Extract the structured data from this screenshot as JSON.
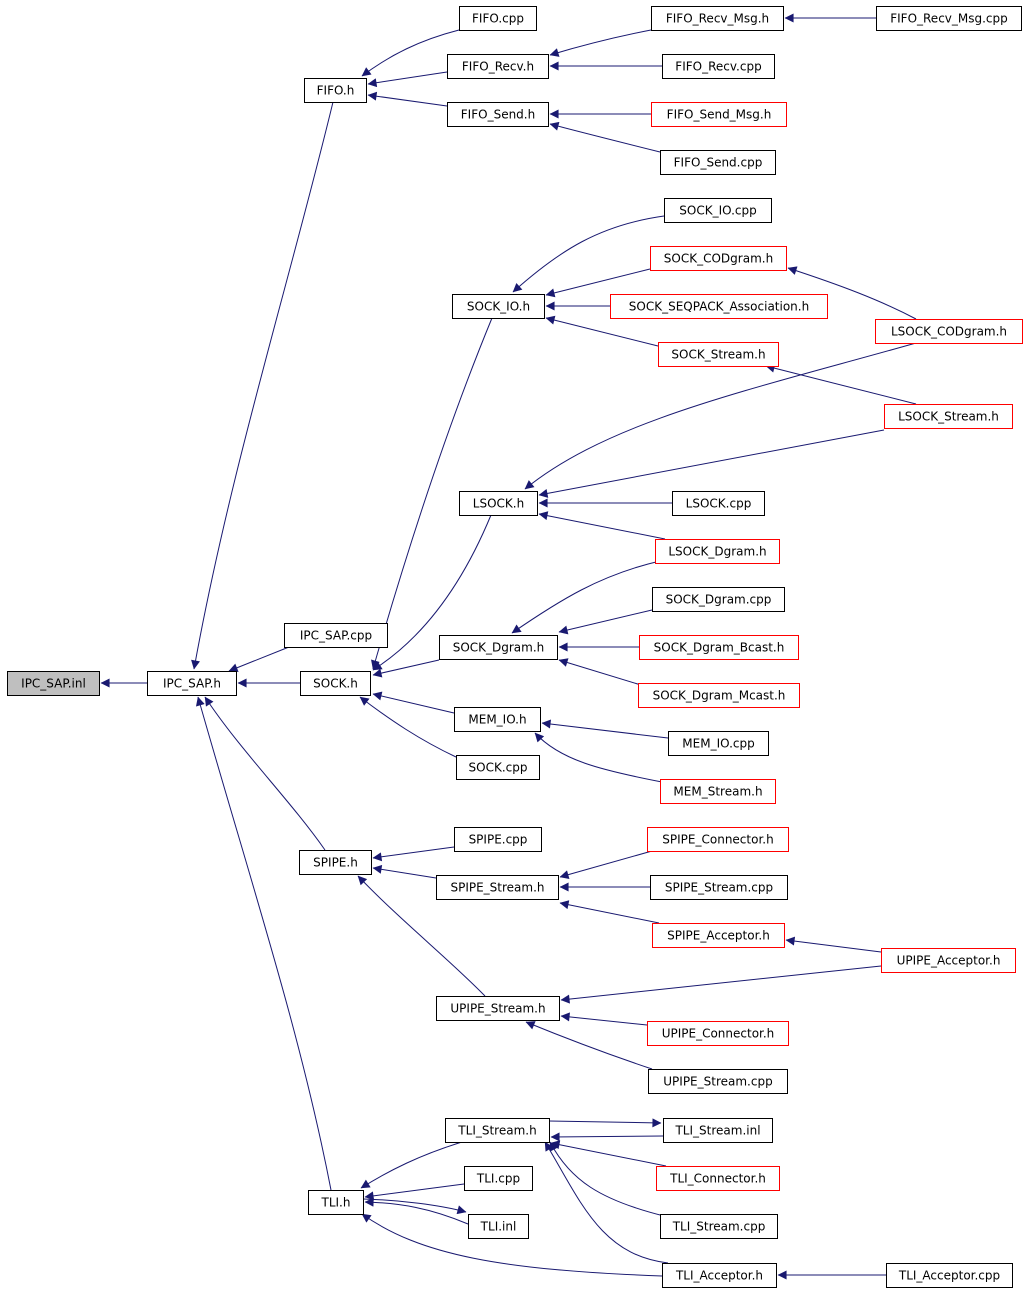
{
  "colors": {
    "edge": "#191970",
    "border_normal": "#000000",
    "border_truncated": "#ff0000",
    "root_fill": "#bfbfbf",
    "node_fill": "#ffffff"
  },
  "nodes": [
    {
      "id": "ipc_sap_inl",
      "label": "IPC_SAP.inl",
      "style": "root"
    },
    {
      "id": "ipc_sap_h",
      "label": "IPC_SAP.h",
      "style": "normal"
    },
    {
      "id": "ipc_sap_cpp",
      "label": "IPC_SAP.cpp",
      "style": "normal"
    },
    {
      "id": "fifo_h",
      "label": "FIFO.h",
      "style": "normal"
    },
    {
      "id": "fifo_cpp",
      "label": "FIFO.cpp",
      "style": "normal"
    },
    {
      "id": "fifo_recv_h",
      "label": "FIFO_Recv.h",
      "style": "normal"
    },
    {
      "id": "fifo_recv_msg_h",
      "label": "FIFO_Recv_Msg.h",
      "style": "normal"
    },
    {
      "id": "fifo_recv_msg_cpp",
      "label": "FIFO_Recv_Msg.cpp",
      "style": "normal"
    },
    {
      "id": "fifo_recv_cpp",
      "label": "FIFO_Recv.cpp",
      "style": "normal"
    },
    {
      "id": "fifo_send_h",
      "label": "FIFO_Send.h",
      "style": "normal"
    },
    {
      "id": "fifo_send_msg_h",
      "label": "FIFO_Send_Msg.h",
      "style": "truncated"
    },
    {
      "id": "fifo_send_cpp",
      "label": "FIFO_Send.cpp",
      "style": "normal"
    },
    {
      "id": "sock_h",
      "label": "SOCK.h",
      "style": "normal"
    },
    {
      "id": "sock_io_h",
      "label": "SOCK_IO.h",
      "style": "normal"
    },
    {
      "id": "sock_io_cpp",
      "label": "SOCK_IO.cpp",
      "style": "normal"
    },
    {
      "id": "sock_codgram_h",
      "label": "SOCK_CODgram.h",
      "style": "truncated"
    },
    {
      "id": "sock_seqpack_h",
      "label": "SOCK_SEQPACK_Association.h",
      "style": "truncated"
    },
    {
      "id": "sock_stream_h",
      "label": "SOCK_Stream.h",
      "style": "truncated"
    },
    {
      "id": "lsock_codgram_h",
      "label": "LSOCK_CODgram.h",
      "style": "truncated"
    },
    {
      "id": "lsock_stream_h",
      "label": "LSOCK_Stream.h",
      "style": "truncated"
    },
    {
      "id": "lsock_h",
      "label": "LSOCK.h",
      "style": "normal"
    },
    {
      "id": "lsock_cpp",
      "label": "LSOCK.cpp",
      "style": "normal"
    },
    {
      "id": "lsock_dgram_h",
      "label": "LSOCK_Dgram.h",
      "style": "truncated"
    },
    {
      "id": "sock_dgram_h",
      "label": "SOCK_Dgram.h",
      "style": "normal"
    },
    {
      "id": "sock_dgram_cpp",
      "label": "SOCK_Dgram.cpp",
      "style": "normal"
    },
    {
      "id": "sock_dgram_bcast_h",
      "label": "SOCK_Dgram_Bcast.h",
      "style": "truncated"
    },
    {
      "id": "sock_dgram_mcast_h",
      "label": "SOCK_Dgram_Mcast.h",
      "style": "truncated"
    },
    {
      "id": "mem_io_h",
      "label": "MEM_IO.h",
      "style": "normal"
    },
    {
      "id": "mem_io_cpp",
      "label": "MEM_IO.cpp",
      "style": "normal"
    },
    {
      "id": "mem_stream_h",
      "label": "MEM_Stream.h",
      "style": "truncated"
    },
    {
      "id": "sock_cpp",
      "label": "SOCK.cpp",
      "style": "normal"
    },
    {
      "id": "spipe_h",
      "label": "SPIPE.h",
      "style": "normal"
    },
    {
      "id": "spipe_cpp",
      "label": "SPIPE.cpp",
      "style": "normal"
    },
    {
      "id": "spipe_stream_h",
      "label": "SPIPE_Stream.h",
      "style": "normal"
    },
    {
      "id": "spipe_connector_h",
      "label": "SPIPE_Connector.h",
      "style": "truncated"
    },
    {
      "id": "spipe_stream_cpp",
      "label": "SPIPE_Stream.cpp",
      "style": "normal"
    },
    {
      "id": "spipe_acceptor_h",
      "label": "SPIPE_Acceptor.h",
      "style": "truncated"
    },
    {
      "id": "upipe_acceptor_h",
      "label": "UPIPE_Acceptor.h",
      "style": "truncated"
    },
    {
      "id": "upipe_stream_h",
      "label": "UPIPE_Stream.h",
      "style": "normal"
    },
    {
      "id": "upipe_connector_h",
      "label": "UPIPE_Connector.h",
      "style": "truncated"
    },
    {
      "id": "upipe_stream_cpp",
      "label": "UPIPE_Stream.cpp",
      "style": "normal"
    },
    {
      "id": "tli_h",
      "label": "TLI.h",
      "style": "normal"
    },
    {
      "id": "tli_stream_h",
      "label": "TLI_Stream.h",
      "style": "normal"
    },
    {
      "id": "tli_stream_inl",
      "label": "TLI_Stream.inl",
      "style": "normal"
    },
    {
      "id": "tli_connector_h",
      "label": "TLI_Connector.h",
      "style": "truncated"
    },
    {
      "id": "tli_stream_cpp",
      "label": "TLI_Stream.cpp",
      "style": "normal"
    },
    {
      "id": "tli_cpp",
      "label": "TLI.cpp",
      "style": "normal"
    },
    {
      "id": "tli_inl",
      "label": "TLI.inl",
      "style": "normal"
    },
    {
      "id": "tli_acceptor_h",
      "label": "TLI_Acceptor.h",
      "style": "normal"
    },
    {
      "id": "tli_acceptor_cpp",
      "label": "TLI_Acceptor.cpp",
      "style": "normal"
    }
  ],
  "edges": [
    {
      "from": "ipc_sap_h",
      "to": "ipc_sap_inl"
    },
    {
      "from": "ipc_sap_cpp",
      "to": "ipc_sap_h"
    },
    {
      "from": "fifo_h",
      "to": "ipc_sap_h"
    },
    {
      "from": "sock_h",
      "to": "ipc_sap_h"
    },
    {
      "from": "spipe_h",
      "to": "ipc_sap_h"
    },
    {
      "from": "tli_h",
      "to": "ipc_sap_h"
    },
    {
      "from": "fifo_cpp",
      "to": "fifo_h"
    },
    {
      "from": "fifo_recv_h",
      "to": "fifo_h"
    },
    {
      "from": "fifo_send_h",
      "to": "fifo_h"
    },
    {
      "from": "fifo_recv_msg_h",
      "to": "fifo_recv_h"
    },
    {
      "from": "fifo_recv_cpp",
      "to": "fifo_recv_h"
    },
    {
      "from": "fifo_recv_msg_cpp",
      "to": "fifo_recv_msg_h"
    },
    {
      "from": "fifo_send_msg_h",
      "to": "fifo_send_h"
    },
    {
      "from": "fifo_send_cpp",
      "to": "fifo_send_h"
    },
    {
      "from": "sock_io_h",
      "to": "sock_h"
    },
    {
      "from": "lsock_h",
      "to": "sock_h"
    },
    {
      "from": "sock_dgram_h",
      "to": "sock_h"
    },
    {
      "from": "mem_io_h",
      "to": "sock_h"
    },
    {
      "from": "sock_cpp",
      "to": "sock_h"
    },
    {
      "from": "sock_io_cpp",
      "to": "sock_io_h"
    },
    {
      "from": "sock_codgram_h",
      "to": "sock_io_h"
    },
    {
      "from": "sock_seqpack_h",
      "to": "sock_io_h"
    },
    {
      "from": "sock_stream_h",
      "to": "sock_io_h"
    },
    {
      "from": "lsock_codgram_h",
      "to": "sock_codgram_h"
    },
    {
      "from": "lsock_stream_h",
      "to": "sock_stream_h"
    },
    {
      "from": "lsock_codgram_h",
      "to": "lsock_h"
    },
    {
      "from": "lsock_stream_h",
      "to": "lsock_h"
    },
    {
      "from": "lsock_cpp",
      "to": "lsock_h"
    },
    {
      "from": "lsock_dgram_h",
      "to": "lsock_h"
    },
    {
      "from": "lsock_dgram_h",
      "to": "sock_dgram_h"
    },
    {
      "from": "sock_dgram_cpp",
      "to": "sock_dgram_h"
    },
    {
      "from": "sock_dgram_bcast_h",
      "to": "sock_dgram_h"
    },
    {
      "from": "sock_dgram_mcast_h",
      "to": "sock_dgram_h"
    },
    {
      "from": "mem_io_cpp",
      "to": "mem_io_h"
    },
    {
      "from": "mem_stream_h",
      "to": "mem_io_h"
    },
    {
      "from": "spipe_cpp",
      "to": "spipe_h"
    },
    {
      "from": "spipe_stream_h",
      "to": "spipe_h"
    },
    {
      "from": "upipe_stream_h",
      "to": "spipe_h"
    },
    {
      "from": "spipe_connector_h",
      "to": "spipe_stream_h"
    },
    {
      "from": "spipe_stream_cpp",
      "to": "spipe_stream_h"
    },
    {
      "from": "spipe_acceptor_h",
      "to": "spipe_stream_h"
    },
    {
      "from": "upipe_acceptor_h",
      "to": "spipe_acceptor_h"
    },
    {
      "from": "upipe_acceptor_h",
      "to": "upipe_stream_h"
    },
    {
      "from": "upipe_connector_h",
      "to": "upipe_stream_h"
    },
    {
      "from": "upipe_stream_cpp",
      "to": "upipe_stream_h"
    },
    {
      "from": "tli_stream_h",
      "to": "tli_h"
    },
    {
      "from": "tli_cpp",
      "to": "tli_h"
    },
    {
      "from": "tli_inl",
      "to": "tli_h"
    },
    {
      "from": "tli_acceptor_h",
      "to": "tli_h"
    },
    {
      "from": "tli_stream_inl",
      "to": "tli_stream_h"
    },
    {
      "from": "tli_connector_h",
      "to": "tli_stream_h"
    },
    {
      "from": "tli_stream_cpp",
      "to": "tli_stream_h"
    },
    {
      "from": "tli_acceptor_h",
      "to": "tli_stream_h"
    },
    {
      "from": "tli_stream_h",
      "to": "tli_stream_inl"
    },
    {
      "from": "tli_h",
      "to": "tli_inl"
    },
    {
      "from": "tli_acceptor_cpp",
      "to": "tli_acceptor_h"
    }
  ]
}
